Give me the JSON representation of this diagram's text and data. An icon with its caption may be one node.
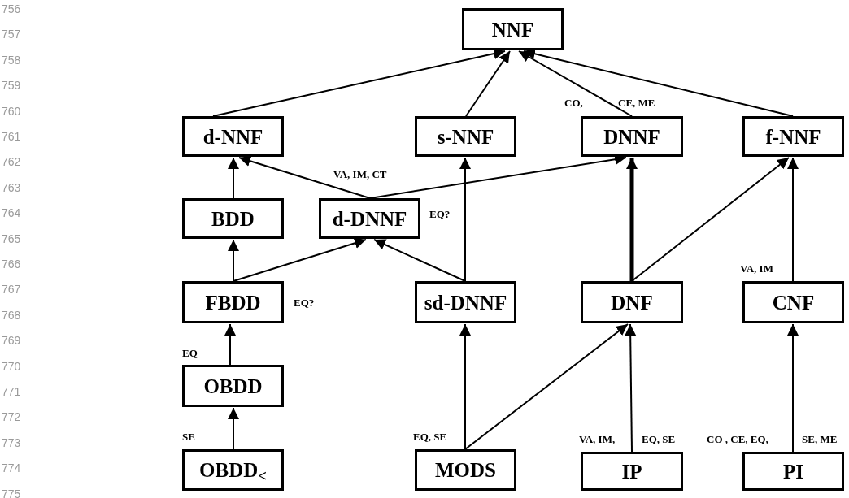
{
  "diagram": {
    "nodes": [
      {
        "text": [
          "NNF"
        ]
      },
      {
        "text": [
          "d-NNF"
        ]
      },
      {
        "text": [
          "s-NNF"
        ]
      },
      {
        "text": [
          "DNNF"
        ],
        "beside": [
          "CO,",
          "CE, ME"
        ]
      },
      {
        "text": [
          "f-NNF"
        ]
      },
      {
        "text": [
          "BDD"
        ]
      },
      {
        "text": [
          "d-DNNF"
        ],
        "beside": [
          "VA, IM, CT",
          "EQ?"
        ]
      },
      {
        "text": [
          "FBDD"
        ],
        "beside": [
          "EQ?"
        ]
      },
      {
        "text": [
          "sd-DNNF"
        ]
      },
      {
        "text": [
          "DNF"
        ]
      },
      {
        "text": [
          "CNF"
        ],
        "beside": [
          "VA, IM"
        ]
      },
      {
        "text": [
          "OBDD"
        ],
        "beside": [
          "EQ"
        ]
      },
      {
        "text": [
          "OBDD$_{<}$"
        ],
        "beside": [
          "SE"
        ]
      },
      {
        "text": [
          "MODS"
        ],
        "beside": [
          "EQ, SE"
        ]
      },
      {
        "text": [
          "IP"
        ],
        "beside": [
          "VA, IM,",
          "EQ, SE"
        ]
      },
      {
        "text": [
          "PI"
        ],
        "beside": [
          "CO , CE, EQ,",
          "SE, ME"
        ]
      }
    ],
    "edges": [
      {
        "from": 1,
        "to": 0,
        "arrow": "to"
      },
      {
        "from": 2,
        "to": 0,
        "arrow": "to"
      },
      {
        "from": 3,
        "to": 0,
        "arrow": "to"
      },
      {
        "from": 4,
        "to": 0,
        "arrow": "to"
      },
      {
        "from": 5,
        "to": 1,
        "arrow": "to"
      },
      {
        "from": 6,
        "to": 1,
        "arrow": "to"
      },
      {
        "from": 6,
        "to": 3,
        "arrow": "to"
      },
      {
        "from": 8,
        "to": 2,
        "arrow": "to"
      },
      {
        "from": 7,
        "to": 5,
        "arrow": "to"
      },
      {
        "from": 7,
        "to": 6,
        "arrow": "to"
      },
      {
        "from": 8,
        "to": 6,
        "arrow": "to"
      },
      {
        "from": 9,
        "to": 3,
        "arrow": "to",
        "style": "thick"
      },
      {
        "from": 9,
        "to": 4,
        "arrow": "to"
      },
      {
        "from": 10,
        "to": 4,
        "arrow": "to"
      },
      {
        "from": 11,
        "to": 7,
        "arrow": "to"
      },
      {
        "from": 12,
        "to": 11,
        "arrow": "to"
      },
      {
        "from": 13,
        "to": 8,
        "arrow": "to"
      },
      {
        "from": 13,
        "to": 9,
        "arrow": "to"
      },
      {
        "from": 14,
        "to": 9,
        "arrow": "to"
      },
      {
        "from": 15,
        "to": 10,
        "arrow": "to"
      }
    ],
    "labels": [
      "756",
      "757",
      "758",
      "759",
      "760",
      "761",
      "762",
      "763",
      "764",
      "765",
      "766",
      "767",
      "768",
      "769",
      "770",
      "771",
      "772",
      "773",
      "774",
      "775"
    ]
  }
}
